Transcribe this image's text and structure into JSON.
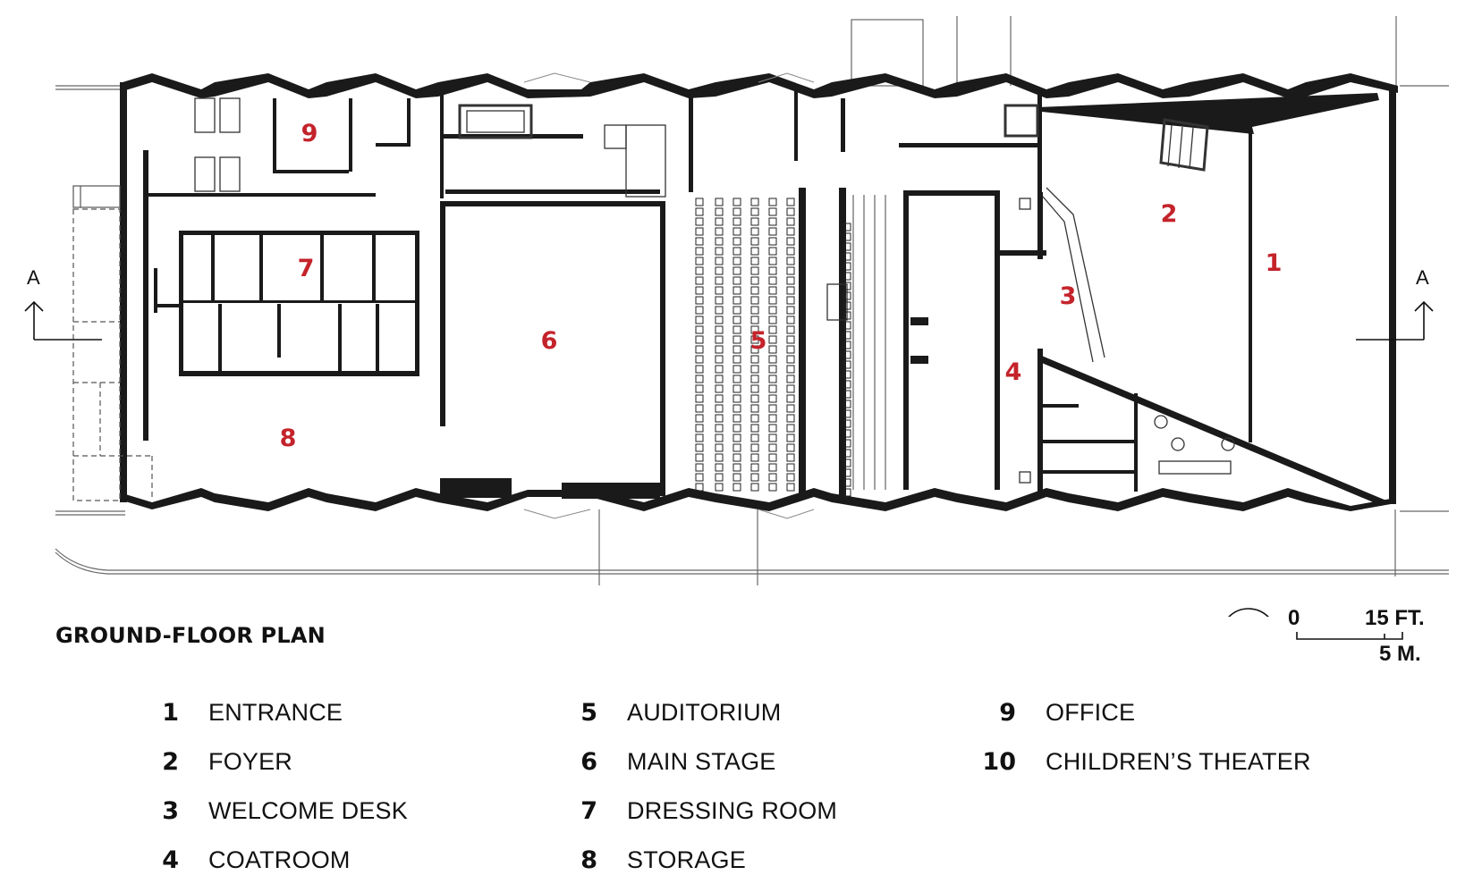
{
  "title": "GROUND-FLOOR PLAN",
  "section_marker": "A",
  "scale": {
    "zero": "0",
    "feet": "15 FT.",
    "meters": "5 M."
  },
  "rooms": [
    {
      "number": "1",
      "name": "ENTRANCE"
    },
    {
      "number": "2",
      "name": "FOYER"
    },
    {
      "number": "3",
      "name": "WELCOME DESK"
    },
    {
      "number": "4",
      "name": "COATROOM"
    },
    {
      "number": "5",
      "name": "AUDITORIUM"
    },
    {
      "number": "6",
      "name": "MAIN STAGE"
    },
    {
      "number": "7",
      "name": "DRESSING ROOM"
    },
    {
      "number": "8",
      "name": "STORAGE"
    },
    {
      "number": "9",
      "name": "OFFICE"
    },
    {
      "number": "10",
      "name": "CHILDREN’S THEATER"
    }
  ],
  "colors": {
    "wall": "#1a1a1a",
    "line": "#555555",
    "room_number": "#c4232b"
  }
}
